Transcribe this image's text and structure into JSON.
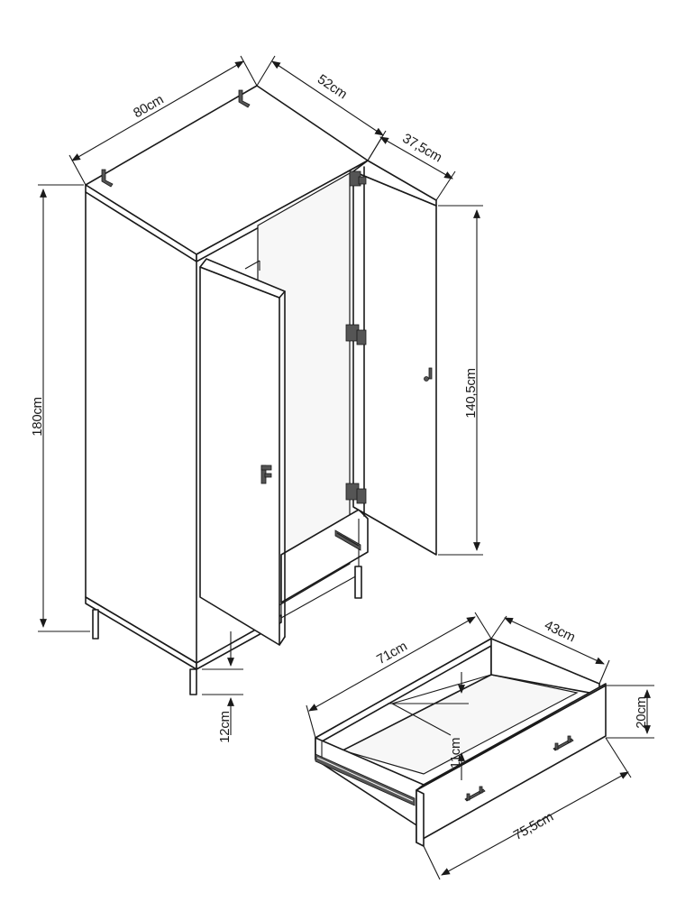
{
  "wardrobe": {
    "width_label": "80cm",
    "depth_label": "52cm",
    "door_width_label": "37,5cm",
    "height_label": "180cm",
    "door_height_label": "140,5cm",
    "leg_height_label": "12cm"
  },
  "drawer": {
    "inner_width_label": "71cm",
    "inner_depth_label": "43cm",
    "front_height_label": "20cm",
    "inner_height_label": "11cm",
    "front_width_label": "75,5cm"
  }
}
